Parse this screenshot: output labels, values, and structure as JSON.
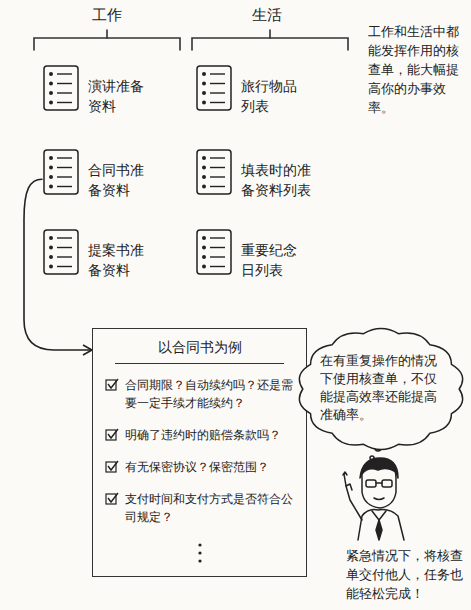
{
  "diagram": {
    "nodes": [
      {
        "text": [
          "演讲准备资料"
        ]
      },
      {
        "text": [
          "旅行物品列表"
        ]
      },
      {
        "text": [
          "合同书准备资料"
        ]
      },
      {
        "text": [
          "填表时的准备资料列表"
        ]
      },
      {
        "text": [
          "提案书准备资料"
        ]
      },
      {
        "text": [
          "重要纪念日列表"
        ]
      },
      {
        "text": [
          "以合同书为例",
          "合同期限？自动续约吗？还是需要一定手续才能续约？",
          "明确了违约时的赔偿条款吗？",
          "有无保密协议？保密范围？",
          "支付时间和支付方式是否符合公司规定？"
        ]
      },
      {
        "text": [
          "在有重复操作的情况下使用核查单，不仅能提高效率还能提高准确率。"
        ]
      }
    ],
    "edges": [
      {
        "from": 2,
        "to": 6,
        "arrow": "to"
      }
    ],
    "labels": [
      "工作",
      "生活",
      "工作和生活中都能发挥作用的核查单，能大幅提高你的办事效率。",
      "紧急情况下，将核查单交付他人，任务也能轻松完成！"
    ]
  }
}
